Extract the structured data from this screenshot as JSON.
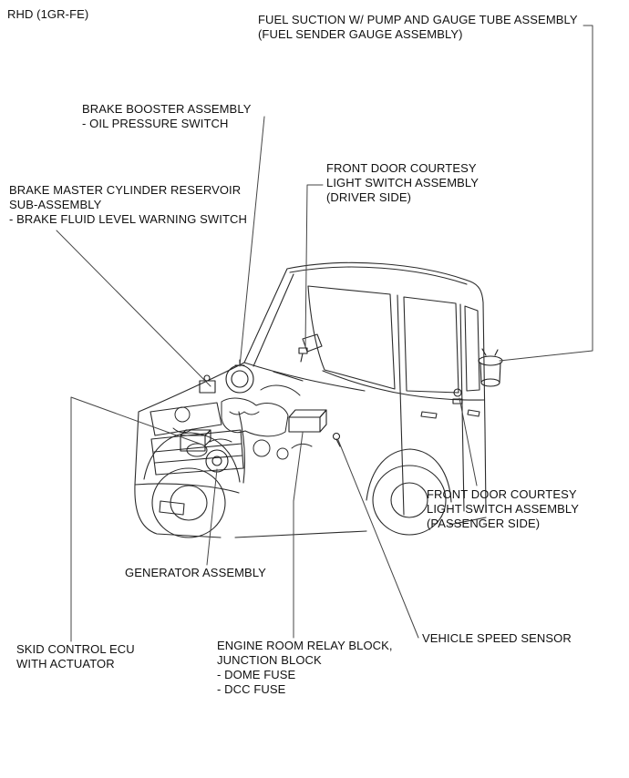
{
  "diagram": {
    "variant_code": "RHD (1GR-FE)",
    "labels": {
      "fuel_suction": "FUEL SUCTION W/ PUMP AND GAUGE TUBE ASSEMBLY\n(FUEL SENDER GAUGE ASSEMBLY)",
      "brake_booster": "BRAKE BOOSTER ASSEMBLY\n- OIL PRESSURE SWITCH",
      "brake_master_reservoir": "BRAKE MASTER CYLINDER RESERVOIR\nSUB-ASSEMBLY\n- BRAKE FLUID LEVEL WARNING SWITCH",
      "courtesy_driver": "FRONT DOOR COURTESY\nLIGHT SWITCH ASSEMBLY\n(DRIVER SIDE)",
      "courtesy_passenger": "FRONT DOOR COURTESY\nLIGHT SWITCH ASSEMBLY\n(PASSENGER SIDE)",
      "generator": "GENERATOR ASSEMBLY",
      "skid_control": "SKID CONTROL ECU\nWITH ACTUATOR",
      "relay_block": "ENGINE ROOM RELAY BLOCK,\nJUNCTION BLOCK\n- DOME FUSE\n- DCC FUSE",
      "speed_sensor": "VEHICLE SPEED SENSOR"
    },
    "colors": {
      "line": "#2b2b2b",
      "leader_line": "#444444",
      "text": "#111111",
      "background": "#ffffff"
    }
  }
}
